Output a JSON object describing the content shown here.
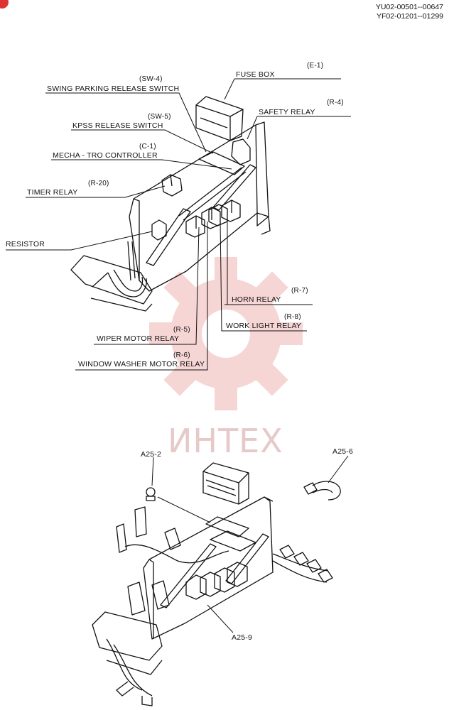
{
  "doc_codes": [
    "YU02-00501--00647",
    "YF02-01201--01299"
  ],
  "watermark": "ИНТЕХ",
  "callouts": [
    {
      "code": "(SW-4)",
      "name": "SWING PARKING RELEASE SWITCH"
    },
    {
      "code": "(E-1)",
      "name": "FUSE BOX"
    },
    {
      "code": "(SW-5)",
      "name": "KPSS RELEASE SWITCH"
    },
    {
      "code": "(R-4)",
      "name": "SAFETY RELAY"
    },
    {
      "code": "(C-1)",
      "name": "MECHA - TRO CONTROLLER"
    },
    {
      "code": "(R-20)",
      "name": "TIMER  RELAY"
    },
    {
      "code": "",
      "name": "RESISTOR"
    },
    {
      "code": "(R-7)",
      "name": "HORN  RELAY"
    },
    {
      "code": "(R-8)",
      "name": "WORK LIGHT  RELAY"
    },
    {
      "code": "(R-5)",
      "name": "WIPER MOTOR RELAY"
    },
    {
      "code": "(R-6)",
      "name": "WINDOW WASHER MOTOR RELAY"
    }
  ],
  "parts": {
    "a25_2": "A25-2",
    "a25_6": "A25-6",
    "a25_9": "A25-9"
  }
}
